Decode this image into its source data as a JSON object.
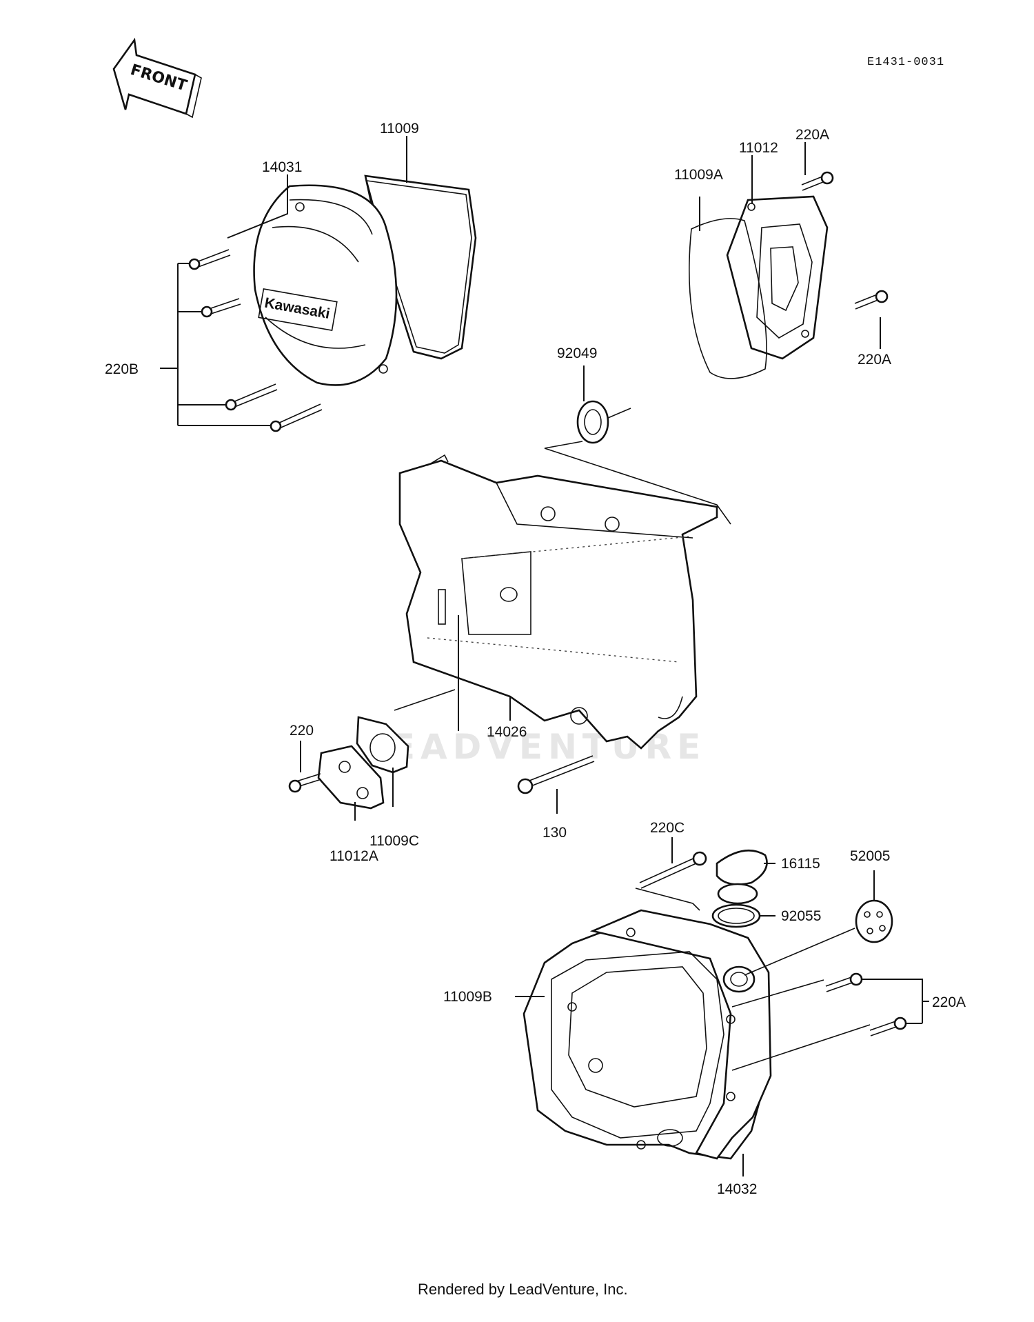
{
  "diagram_code": "E1431-0031",
  "front_label": "FRONT",
  "brand_label": "Kawasaki",
  "watermark": "LEADVENTURE",
  "footer": "Rendered by LeadVenture, Inc.",
  "labels": {
    "p11009": "11009",
    "p14031": "14031",
    "p220B": "220B",
    "p11012": "11012",
    "p220A_top": "220A",
    "p11009A": "11009A",
    "p220A_right": "220A",
    "p92049": "92049",
    "p14026": "14026",
    "p220": "220",
    "p11009C": "11009C",
    "p11012A": "11012A",
    "p130": "130",
    "p220C": "220C",
    "p16115": "16115",
    "p52005": "52005",
    "p92055": "92055",
    "p11009B": "11009B",
    "p220A_bottom": "220A",
    "p14032": "14032"
  }
}
